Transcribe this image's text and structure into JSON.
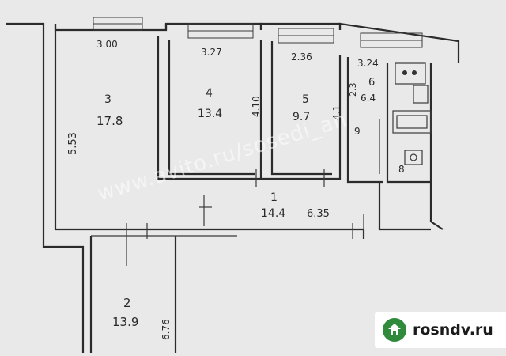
{
  "plan": {
    "rooms": [
      {
        "id": "3",
        "number": "3",
        "area": "17.8"
      },
      {
        "id": "4",
        "number": "4",
        "area": "13.4"
      },
      {
        "id": "5",
        "number": "5",
        "area": "9.7"
      },
      {
        "id": "6",
        "number": "6",
        "area": "6.4"
      },
      {
        "id": "1",
        "number": "1",
        "area": "14.4"
      },
      {
        "id": "2",
        "number": "2",
        "area": "13.9"
      },
      {
        "id": "9",
        "number": "9",
        "area": ""
      },
      {
        "id": "8",
        "number": "8",
        "area": ""
      }
    ],
    "dimensions": {
      "room3_width": "3.00",
      "room4_width": "3.27",
      "room5_width": "2.36",
      "room6_width": "3.24",
      "height_left": "5.53",
      "room4_depth": "4.10",
      "room5_depth": "4.1",
      "small_depth": "2.3",
      "corridor_length": "6.35",
      "room2_depth": "6.76"
    }
  },
  "watermark": "www.avito.ru/sosedi_an",
  "logo": {
    "text": "rosndv.ru",
    "icon": "house-icon",
    "color": "#2f8a3c"
  }
}
